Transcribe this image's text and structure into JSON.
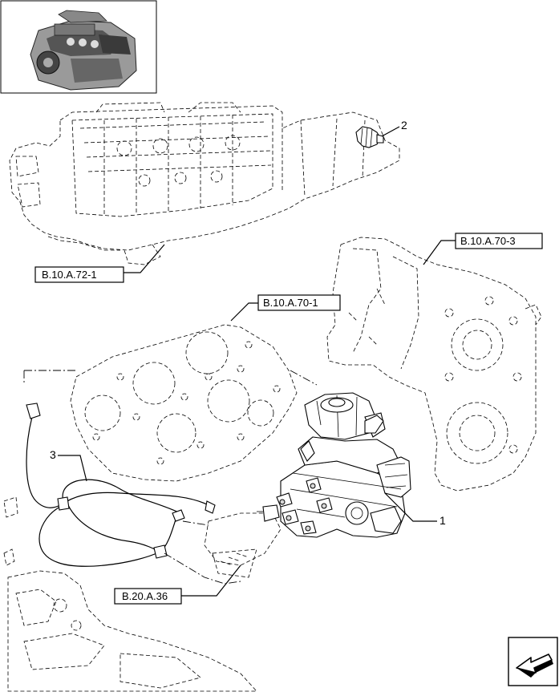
{
  "callouts": {
    "part_1": "1",
    "part_2": "2",
    "part_3": "3"
  },
  "references": {
    "ref_1": "B.10.A.72-1",
    "ref_2": "B.10.A.70-3",
    "ref_3": "B.10.A.70-1",
    "ref_4": "B.20.A.36"
  },
  "icons": {
    "thumbnail": "engine-thumbnail-icon",
    "navigation": "next-page-arrow-icon"
  }
}
